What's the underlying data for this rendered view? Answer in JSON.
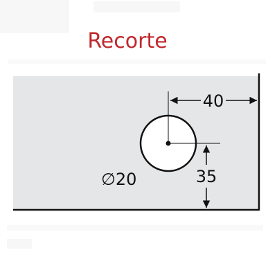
{
  "title": "Recorte",
  "dimensions": {
    "width_offset": "40",
    "height_offset": "35",
    "diameter": "20",
    "diameter_symbol": "∅"
  },
  "colors": {
    "title": "#c0282d",
    "panel_fill": "#e4e6e8",
    "line": "#111111",
    "hole_fill": "#ffffff"
  }
}
